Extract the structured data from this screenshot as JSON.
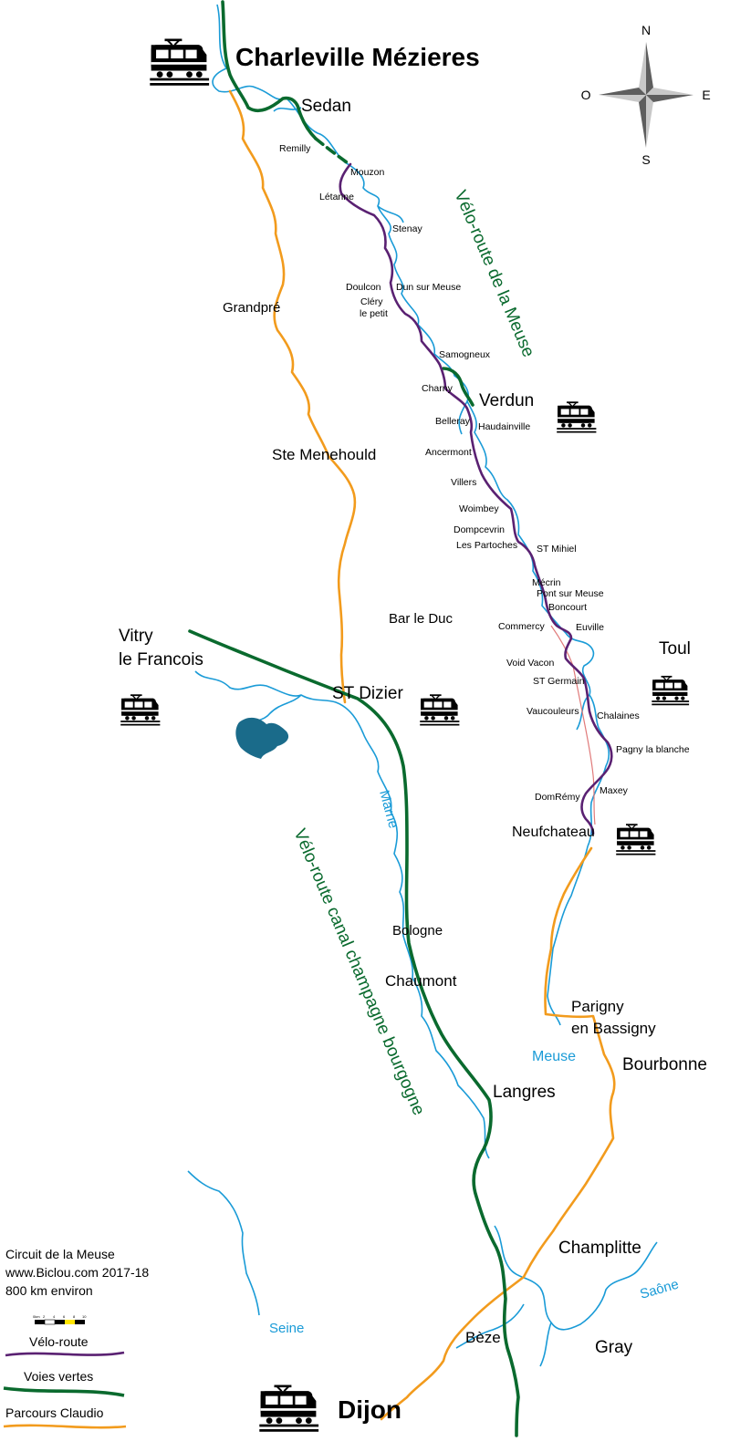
{
  "colors": {
    "river": "#1a9bd7",
    "velo_route": "#5a2172",
    "voies_vertes": "#0a6a2e",
    "parcours_claudio": "#f29b1d",
    "secondary_route": "#e07a7a"
  },
  "cities": {
    "charleville": "Charleville Mézieres",
    "sedan": "Sedan",
    "grandpre": "Grandpré",
    "ste_menehould": "Ste Menehould",
    "vitry1": "Vitry",
    "vitry2": "le Francois",
    "st_dizier": "ST Dizier",
    "bar_le_duc": "Bar le  Duc",
    "verdun": "Verdun",
    "toul": "Toul",
    "neufchateau": "Neufchateau",
    "bologne": "Bologne",
    "chaumont": "Chaumont",
    "parigny1": "Parigny",
    "parigny2": "en Bassigny",
    "bourbonne": "Bourbonne",
    "langres": "Langres",
    "champlitte": "Champlitte",
    "beze": "Bèze",
    "gray": "Gray",
    "dijon": "Dijon"
  },
  "villages": {
    "remilly": "Remilly",
    "mouzon": "Mouzon",
    "letanne": "Létanne",
    "stenay": "Stenay",
    "doulcon": "Doulcon",
    "dun": "Dun sur Meuse",
    "clery1": "Cléry",
    "clery2": "le petit",
    "samogneux": "Samogneux",
    "charny": "Charny",
    "belleray": "Belleray",
    "haudainville": "Haudainville",
    "ancermont": "Ancermont",
    "villers": "Villers",
    "woimbey": "Woimbey",
    "dompcevrin": "Dompcevrin",
    "partoches": "Les Partoches",
    "st_mihiel": "ST Mihiel",
    "mecrin": "Mécrin",
    "pont": "Pont sur Meuse",
    "boncourt": "Boncourt",
    "commercy": "Commercy",
    "euville": "Euville",
    "void": "Void Vacon",
    "st_germain": "ST Germain",
    "vaucouleurs": "Vaucouleurs",
    "chalaines": "Chalaines",
    "pagny": "Pagny la blanche",
    "maxey": "Maxey",
    "domremy": "DomRémy"
  },
  "rivers": {
    "marne": "Marne",
    "meuse": "Meuse",
    "seine": "Seine",
    "saone": "Saône"
  },
  "routes": {
    "meuse": "Vélo-route de la Meuse",
    "canal": "Vélo-route canal champagne bourgogne"
  },
  "compass": {
    "n": "N",
    "s": "S",
    "e": "E",
    "o": "O"
  },
  "info": {
    "line1": "Circuit de la Meuse",
    "line2": "www.Biclou.com 2017-18",
    "line3": "800 km  environ"
  },
  "legend": {
    "velo": "Vélo-route",
    "voies": "Voies vertes",
    "parcours": "Parcours Claudio"
  },
  "scale_labels": [
    "0km",
    "2",
    "4",
    "6",
    "8",
    "10"
  ]
}
